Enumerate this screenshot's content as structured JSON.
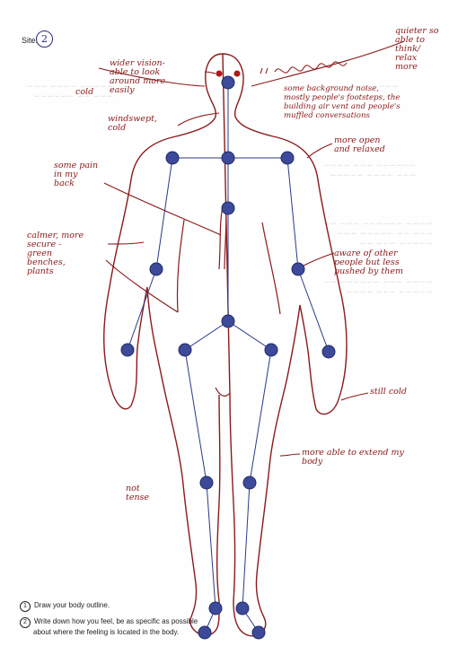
{
  "site": {
    "label": "Site:",
    "number": "2"
  },
  "annotations": {
    "quieter": "quieter so\nable to\nthink/\nrelax\nmore",
    "wider_vision": "wider vision-\nable to look\naround more\neasily",
    "cold_face": "cold",
    "windswept": "windswept,\ncold",
    "background_noise": "some background noise,\nmostly people's footsteps, the\nbuilding air vent and people's\nmuffled conversations",
    "more_open": "more open\nand relaxed",
    "pain": "some pain\nin my\nback",
    "calmer": "calmer, more\nsecure -\ngreen\nbenches,\nplants",
    "aware": "aware of other\npeople but less\npushed by them",
    "still_cold": "still cold",
    "extend_body": "more able to extend my\nbody",
    "not_tense": "not\ntense"
  },
  "instructions": {
    "step1_number": "1",
    "step1": "Draw your body outline.",
    "step2_number": "2",
    "step2_line1": "Write down how you feel, be as specific as possible",
    "step2_line2": "about where the feeling is located in the body."
  },
  "colors": {
    "ink_red": "#8b1a1a",
    "joint_fill": "#3d4a9a",
    "skeleton_line": "#2a3a8a"
  }
}
